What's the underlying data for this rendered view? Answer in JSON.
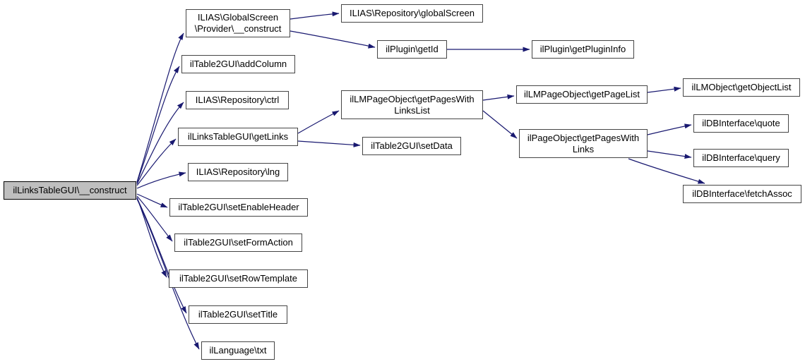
{
  "graph": {
    "kind": "call-graph",
    "colors": {
      "edge": "#191970",
      "node_border": "#454545",
      "node_fill": "#ffffff",
      "highlighted_node_fill": "#bfbfbf",
      "text": "#000000",
      "background": "#ffffff"
    },
    "nodes": {
      "construct": {
        "label": "ilLinksTableGUI\\__construct",
        "highlighted": true
      },
      "provider_construct": {
        "label": "ILIAS\\GlobalScreen\n\\Provider\\__construct"
      },
      "add_column": {
        "label": "ilTable2GUI\\addColumn"
      },
      "ctrl": {
        "label": "ILIAS\\Repository\\ctrl"
      },
      "get_links": {
        "label": "ilLinksTableGUI\\getLinks"
      },
      "lng": {
        "label": "ILIAS\\Repository\\lng"
      },
      "set_enable_header": {
        "label": "ilTable2GUI\\setEnableHeader"
      },
      "set_form_action": {
        "label": "ilTable2GUI\\setFormAction"
      },
      "set_row_template": {
        "label": "ilTable2GUI\\setRowTemplate"
      },
      "set_title": {
        "label": "ilTable2GUI\\setTitle"
      },
      "txt": {
        "label": "ilLanguage\\txt"
      },
      "global_screen": {
        "label": "ILIAS\\Repository\\globalScreen"
      },
      "get_id": {
        "label": "ilPlugin\\getId"
      },
      "get_plugin_info": {
        "label": "ilPlugin\\getPluginInfo"
      },
      "get_pages_with_links_list": {
        "label": "ilLMPageObject\\getPagesWith\nLinksList"
      },
      "set_data": {
        "label": "ilTable2GUI\\setData"
      },
      "get_page_list": {
        "label": "ilLMPageObject\\getPageList"
      },
      "get_pages_with_links": {
        "label": "ilPageObject\\getPagesWith\nLinks"
      },
      "get_object_list": {
        "label": "ilLMObject\\getObjectList"
      },
      "quote": {
        "label": "ilDBInterface\\quote"
      },
      "query": {
        "label": "ilDBInterface\\query"
      },
      "fetch_assoc": {
        "label": "ilDBInterface\\fetchAssoc"
      }
    },
    "edges": [
      "construct->provider_construct",
      "construct->add_column",
      "construct->ctrl",
      "construct->get_links",
      "construct->lng",
      "construct->set_enable_header",
      "construct->set_form_action",
      "construct->set_row_template",
      "construct->set_title",
      "construct->txt",
      "provider_construct->global_screen",
      "provider_construct->get_id",
      "get_id->get_plugin_info",
      "get_links->get_pages_with_links_list",
      "get_links->set_data",
      "get_pages_with_links_list->get_page_list",
      "get_pages_with_links_list->get_pages_with_links",
      "get_page_list->get_object_list",
      "get_pages_with_links->quote",
      "get_pages_with_links->query",
      "get_pages_with_links->fetch_assoc"
    ]
  }
}
